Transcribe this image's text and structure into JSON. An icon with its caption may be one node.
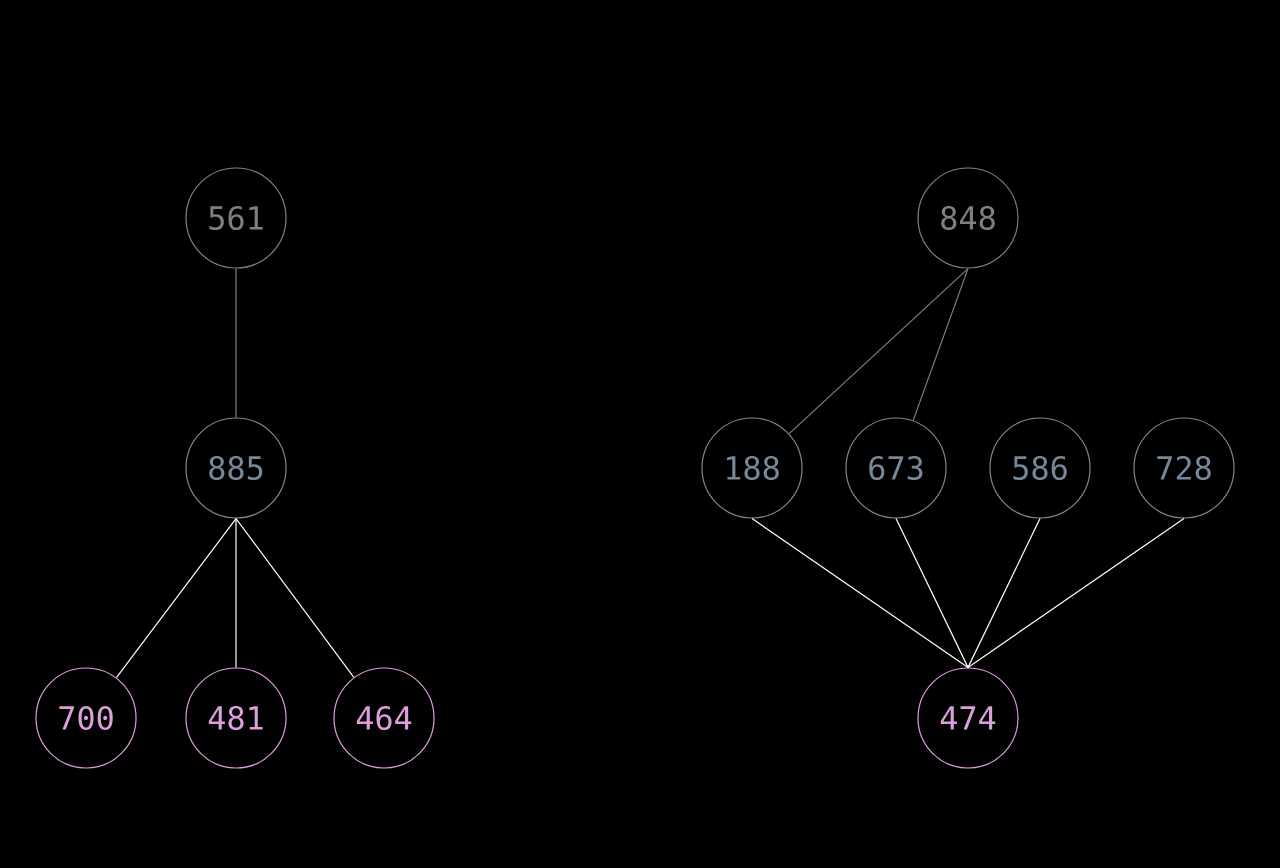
{
  "diagram": {
    "nodes": [
      {
        "text": [
          "561"
        ]
      },
      {
        "text": [
          "885"
        ]
      },
      {
        "text": [
          "700"
        ]
      },
      {
        "text": [
          "481"
        ]
      },
      {
        "text": [
          "464"
        ]
      },
      {
        "text": [
          "848"
        ]
      },
      {
        "text": [
          "188"
        ]
      },
      {
        "text": [
          "673"
        ]
      },
      {
        "text": [
          "586"
        ]
      },
      {
        "text": [
          "728"
        ]
      },
      {
        "text": [
          "474"
        ]
      }
    ],
    "edges": [
      {
        "from": 0,
        "to": 1,
        "arrow": "none",
        "color": "#808080"
      },
      {
        "from": 1,
        "to": 2,
        "arrow": "none"
      },
      {
        "from": 1,
        "to": 3,
        "arrow": "none"
      },
      {
        "from": 1,
        "to": 4,
        "arrow": "none"
      },
      {
        "from": 5,
        "to": 6,
        "arrow": "none",
        "color": "#808080"
      },
      {
        "from": 5,
        "to": 7,
        "arrow": "none",
        "color": "#808080"
      },
      {
        "from": 6,
        "to": 10,
        "arrow": "none"
      },
      {
        "from": 7,
        "to": 10,
        "arrow": "none"
      },
      {
        "from": 8,
        "to": 10,
        "arrow": "none"
      },
      {
        "from": 9,
        "to": 10,
        "arrow": "none"
      }
    ]
  }
}
